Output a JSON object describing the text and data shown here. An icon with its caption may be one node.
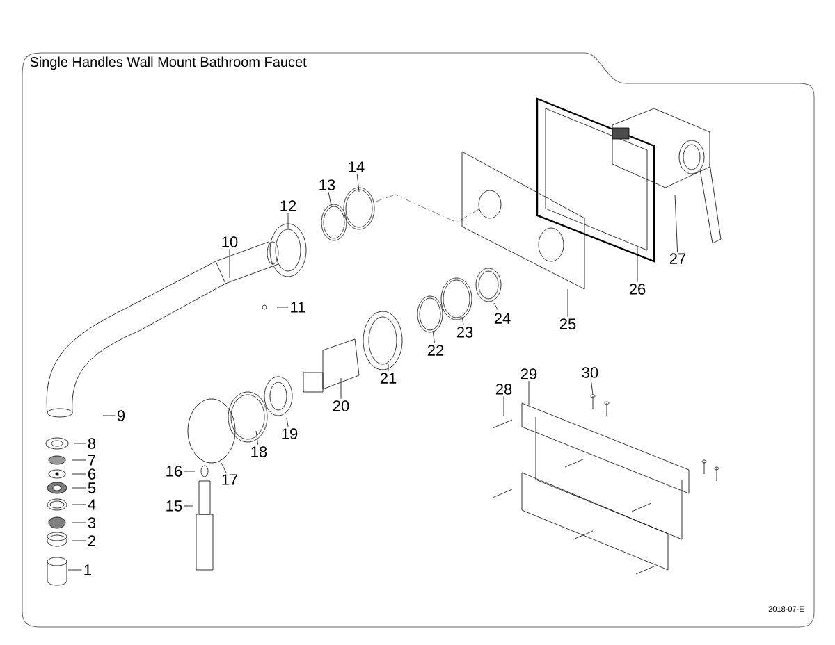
{
  "diagram": {
    "title": "Single Handles Wall Mount Bathroom Faucet",
    "nodes": [
      {
        "text": [
          "1"
        ]
      },
      {
        "text": [
          "2"
        ]
      },
      {
        "text": [
          "3"
        ]
      },
      {
        "text": [
          "4"
        ]
      },
      {
        "text": [
          "5"
        ]
      },
      {
        "text": [
          "6"
        ]
      },
      {
        "text": [
          "7"
        ]
      },
      {
        "text": [
          "8"
        ]
      },
      {
        "text": [
          "9"
        ]
      },
      {
        "text": [
          "10"
        ]
      },
      {
        "text": [
          "11"
        ]
      },
      {
        "text": [
          "12"
        ]
      },
      {
        "text": [
          "13"
        ]
      },
      {
        "text": [
          "14"
        ]
      },
      {
        "text": [
          "15"
        ]
      },
      {
        "text": [
          "16"
        ]
      },
      {
        "text": [
          "17"
        ]
      },
      {
        "text": [
          "18"
        ]
      },
      {
        "text": [
          "19"
        ]
      },
      {
        "text": [
          "20"
        ]
      },
      {
        "text": [
          "21"
        ]
      },
      {
        "text": [
          "22"
        ]
      },
      {
        "text": [
          "23"
        ]
      },
      {
        "text": [
          "24"
        ]
      },
      {
        "text": [
          "25"
        ]
      },
      {
        "text": [
          "26"
        ]
      },
      {
        "text": [
          "27"
        ]
      },
      {
        "text": [
          "28"
        ]
      },
      {
        "text": [
          "29"
        ]
      },
      {
        "text": [
          "30"
        ]
      },
      {
        "text": [],
        "shape": "picture"
      }
    ],
    "edges": [
      {
        "from": 0,
        "to": null,
        "arrow": "none"
      },
      {
        "from": 1,
        "to": null,
        "arrow": "none"
      },
      {
        "from": 2,
        "to": null,
        "arrow": "none"
      },
      {
        "from": 3,
        "to": null,
        "arrow": "none"
      },
      {
        "from": 4,
        "to": null,
        "arrow": "none"
      },
      {
        "from": 5,
        "to": null,
        "arrow": "none"
      },
      {
        "from": 6,
        "to": null,
        "arrow": "none"
      },
      {
        "from": 7,
        "to": null,
        "arrow": "none"
      },
      {
        "from": 8,
        "to": null,
        "arrow": "none"
      },
      {
        "from": 9,
        "to": null,
        "arrow": "none"
      },
      {
        "from": 10,
        "to": null,
        "arrow": "none"
      },
      {
        "from": 11,
        "to": null,
        "arrow": "none"
      },
      {
        "from": 12,
        "to": null,
        "arrow": "none"
      },
      {
        "from": 13,
        "to": null,
        "arrow": "none"
      },
      {
        "from": 14,
        "to": null,
        "arrow": "none"
      },
      {
        "from": 15,
        "to": null,
        "arrow": "none"
      },
      {
        "from": 16,
        "to": null,
        "arrow": "none"
      },
      {
        "from": 17,
        "to": null,
        "arrow": "none"
      },
      {
        "from": 18,
        "to": null,
        "arrow": "none"
      },
      {
        "from": 19,
        "to": null,
        "arrow": "none"
      },
      {
        "from": 20,
        "to": null,
        "arrow": "none"
      },
      {
        "from": 21,
        "to": null,
        "arrow": "none"
      },
      {
        "from": 22,
        "to": null,
        "arrow": "none"
      },
      {
        "from": 23,
        "to": null,
        "arrow": "none"
      },
      {
        "from": 24,
        "to": null,
        "arrow": "none"
      },
      {
        "from": 25,
        "to": null,
        "arrow": "none"
      },
      {
        "from": 26,
        "to": null,
        "arrow": "none"
      },
      {
        "from": 27,
        "to": 30,
        "arrow": "none"
      },
      {
        "from": 28,
        "to": 30,
        "arrow": "none"
      },
      {
        "from": 29,
        "to": 30,
        "arrow": "none"
      }
    ],
    "labels": [
      "2018-07-E"
    ]
  }
}
